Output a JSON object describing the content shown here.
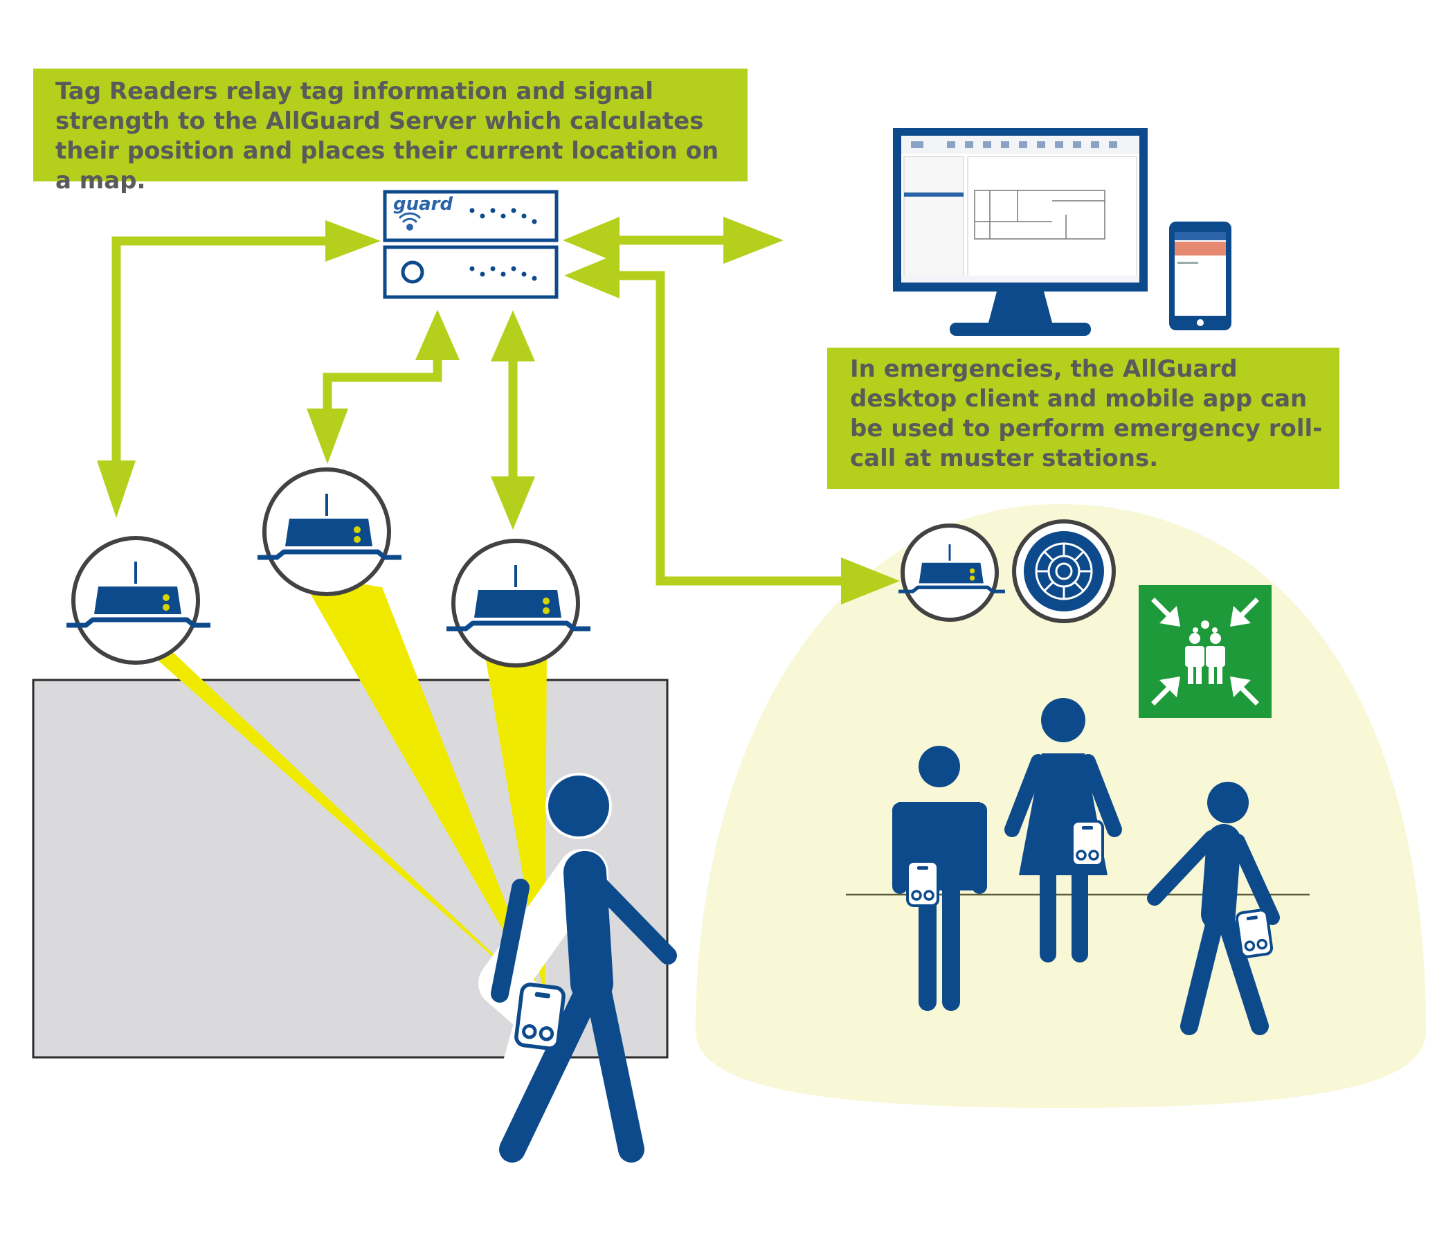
{
  "callouts": {
    "server_relay": "Tag Readers relay tag information and signal strength to the AllGuard Server which calculates their position and places their current location on a map.",
    "emergency_rollcall": "In emergencies, the AllGuard desktop client and mobile app can be used to perform emergency roll-call at muster stations."
  },
  "server": {
    "logo_text": "guard"
  },
  "colors": {
    "accent_green": "#b5d01c",
    "callout_text": "#5a5a5a",
    "navy": "#0d4a8c",
    "signal_yellow": "#f0ea00",
    "muster_zone": "#f8f7d6",
    "muster_sign_green": "#1e9a3a",
    "building_gray": "#dadadc"
  },
  "icons": [
    "server-rack-icon",
    "tag-reader-icon",
    "desktop-monitor-icon",
    "mobile-phone-icon",
    "ceiling-sensor-icon",
    "assembly-point-sign-icon",
    "person-icon",
    "tag-device-icon"
  ]
}
